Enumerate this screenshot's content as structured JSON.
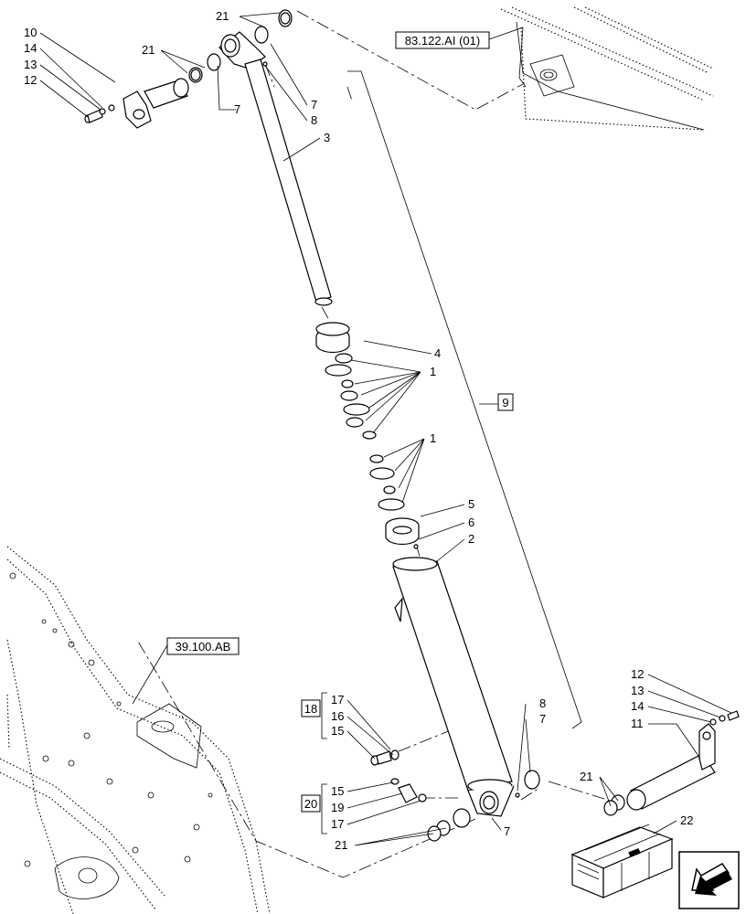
{
  "references": {
    "top_right": "83.122.AI (01)",
    "left": "39.100.AB"
  },
  "callouts": {
    "c21_top": "21",
    "c10": "10",
    "c14_left": "14",
    "c13_left": "13",
    "c12_left": "12",
    "c21_left": "21",
    "c7_upper_right": "7",
    "c8_upper": "8",
    "c7_upper_left": "7",
    "c3": "3",
    "c4": "4",
    "c1_upper": "1",
    "c1_lower": "1",
    "c9": "9",
    "c5": "5",
    "c6": "6",
    "c2": "2",
    "c12_right": "12",
    "c13_right": "13",
    "c14_right": "14",
    "c11": "11",
    "c8_lower": "8",
    "c7_lower_right": "7",
    "c18": "18",
    "c17_a": "17",
    "c16": "16",
    "c15_a": "15",
    "c20": "20",
    "c15_b": "15",
    "c19": "19",
    "c17_b": "17",
    "c21_lower": "21",
    "c21_right": "21",
    "c7_bottom": "7",
    "c22": "22"
  },
  "icons": {
    "nav": "arrow-down-left-icon"
  }
}
